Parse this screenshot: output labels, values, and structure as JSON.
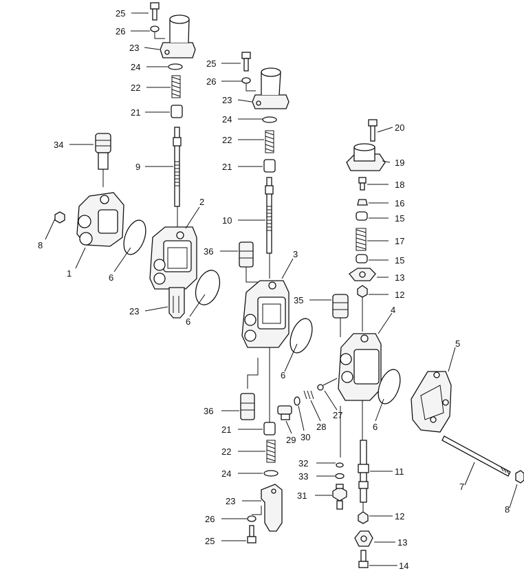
{
  "callouts": [
    {
      "id": "c25a",
      "text": "25"
    },
    {
      "id": "c26a",
      "text": "26"
    },
    {
      "id": "c23a",
      "text": "23"
    },
    {
      "id": "c24a",
      "text": "24"
    },
    {
      "id": "c22a",
      "text": "22"
    },
    {
      "id": "c21a",
      "text": "21"
    },
    {
      "id": "c34",
      "text": "34"
    },
    {
      "id": "c9",
      "text": "9"
    },
    {
      "id": "c2",
      "text": "2"
    },
    {
      "id": "c8a",
      "text": "8"
    },
    {
      "id": "c1",
      "text": "1"
    },
    {
      "id": "c6a",
      "text": "6"
    },
    {
      "id": "c23b",
      "text": "23"
    },
    {
      "id": "c6b",
      "text": "6"
    },
    {
      "id": "c25b",
      "text": "25"
    },
    {
      "id": "c26b",
      "text": "26"
    },
    {
      "id": "c23c",
      "text": "23"
    },
    {
      "id": "c24b",
      "text": "24"
    },
    {
      "id": "c22b",
      "text": "22"
    },
    {
      "id": "c21b",
      "text": "21"
    },
    {
      "id": "c10",
      "text": "10"
    },
    {
      "id": "c36a",
      "text": "36"
    },
    {
      "id": "c3",
      "text": "3"
    },
    {
      "id": "c35",
      "text": "35"
    },
    {
      "id": "c6c",
      "text": "6"
    },
    {
      "id": "c20",
      "text": "20"
    },
    {
      "id": "c19",
      "text": "19"
    },
    {
      "id": "c18",
      "text": "18"
    },
    {
      "id": "c16",
      "text": "16"
    },
    {
      "id": "c15a",
      "text": "15"
    },
    {
      "id": "c17",
      "text": "17"
    },
    {
      "id": "c15b",
      "text": "15"
    },
    {
      "id": "c13a",
      "text": "13"
    },
    {
      "id": "c12a",
      "text": "12"
    },
    {
      "id": "c4",
      "text": "4"
    },
    {
      "id": "c5",
      "text": "5"
    },
    {
      "id": "c27",
      "text": "27"
    },
    {
      "id": "c28",
      "text": "28"
    },
    {
      "id": "c30",
      "text": "30"
    },
    {
      "id": "c29",
      "text": "29"
    },
    {
      "id": "c6d",
      "text": "6"
    },
    {
      "id": "c36b",
      "text": "36"
    },
    {
      "id": "c21c",
      "text": "21"
    },
    {
      "id": "c22c",
      "text": "22"
    },
    {
      "id": "c24c",
      "text": "24"
    },
    {
      "id": "c32",
      "text": "32"
    },
    {
      "id": "c33",
      "text": "33"
    },
    {
      "id": "c31",
      "text": "31"
    },
    {
      "id": "c11",
      "text": "11"
    },
    {
      "id": "c23d",
      "text": "23"
    },
    {
      "id": "c26c",
      "text": "26"
    },
    {
      "id": "c25c",
      "text": "25"
    },
    {
      "id": "c12b",
      "text": "12"
    },
    {
      "id": "c13b",
      "text": "13"
    },
    {
      "id": "c14",
      "text": "14"
    },
    {
      "id": "c7",
      "text": "7"
    },
    {
      "id": "c8b",
      "text": "8"
    }
  ]
}
